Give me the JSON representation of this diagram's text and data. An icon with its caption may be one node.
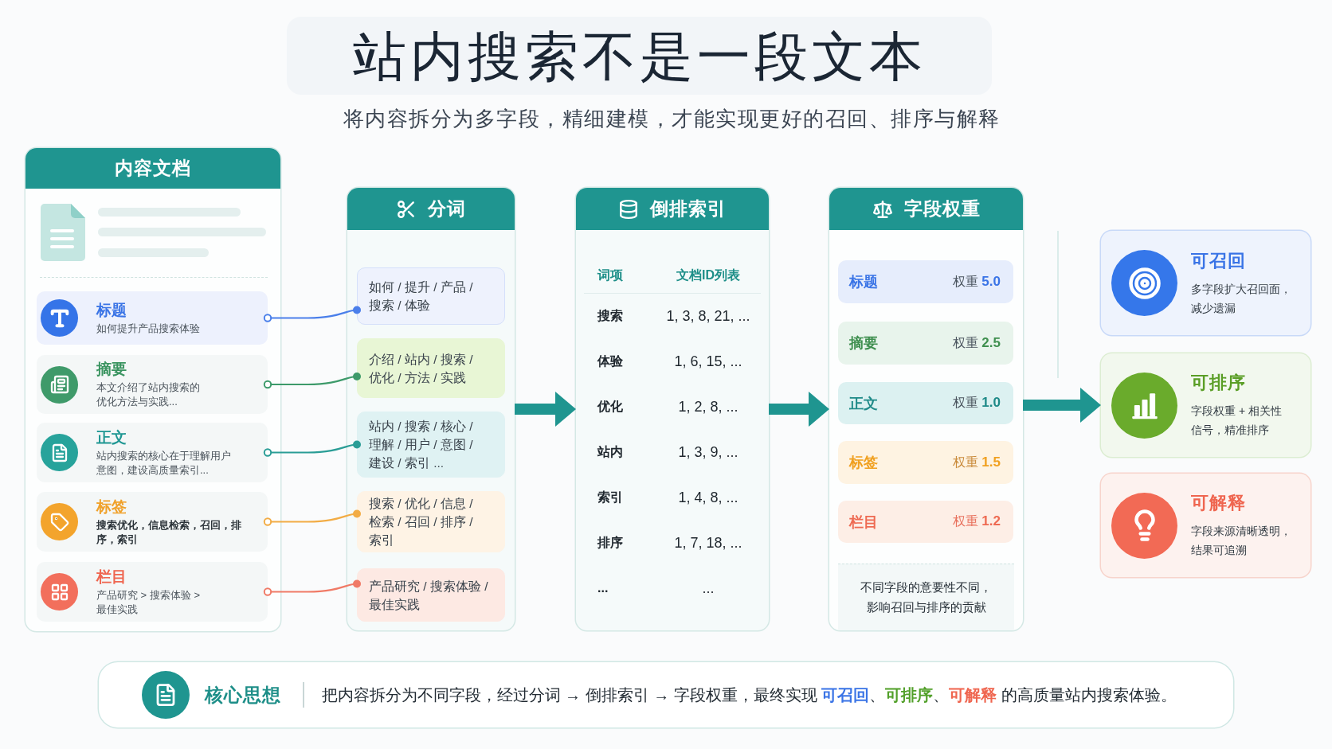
{
  "diagram": {
    "title": "站内搜索不是一段文本",
    "nodes": [
      {
        "text": [
          "内容文档"
        ]
      },
      {
        "text": [
          "标题",
          "如何提升产品搜索体验"
        ],
        "in": 0
      },
      {
        "text": [
          "摘要",
          "本文介绍了站内搜索的优化方法与实践..."
        ],
        "in": 0
      },
      {
        "text": [
          "正文",
          "站内搜索的核心在于理解用户意图，建设高质量索引..."
        ],
        "in": 0
      },
      {
        "text": [
          "标签",
          "搜索优化，信息检索，召回，排序，索引"
        ],
        "in": 0
      },
      {
        "text": [
          "栏目",
          "产品研究 > 搜索体验 > 最佳实践"
        ],
        "in": 0
      },
      {
        "text": [
          "分词"
        ]
      },
      {
        "text": [
          "如何 / 提升 / 产品 / 搜索 / 体验"
        ],
        "in": 6
      },
      {
        "text": [
          "介绍 / 站内 / 搜索 / 优化 / 方法 / 实践"
        ],
        "in": 6
      },
      {
        "text": [
          "站内 / 搜索 / 核心 / 理解 / 用户 / 意图 / 建设 / 索引 ..."
        ],
        "in": 6
      },
      {
        "text": [
          "搜索 / 优化 / 信息 / 检索 / 召回 / 排序 / 索引"
        ],
        "in": 6
      },
      {
        "text": [
          "产品研究 / 搜索体验 / 最佳实践"
        ],
        "in": 6
      },
      {
        "text": [
          "倒排索引",
          "词项",
          "文档ID列表",
          "搜索",
          "1, 3, 8, 21, ...",
          "体验",
          "1, 6, 15, ...",
          "优化",
          "1, 2, 8, ...",
          "站内",
          "1, 3, 9, ...",
          "索引",
          "1, 4, 8, ...",
          "排序",
          "1, 7, 18, ...",
          "...",
          "..."
        ]
      },
      {
        "text": [
          "字段权重",
          "不同字段的意要性不同，影响召回与排序的贡献"
        ]
      },
      {
        "text": [
          "标题",
          "权重 **5.0**"
        ],
        "in": 13
      },
      {
        "text": [
          "摘要",
          "权重 **2.5**"
        ],
        "in": 13
      },
      {
        "text": [
          "正文",
          "权重 **1.0**"
        ],
        "in": 13
      },
      {
        "text": [
          "标签",
          "权重 **1.5**"
        ],
        "in": 13
      },
      {
        "text": [
          "栏目",
          "权重 **1.2**"
        ],
        "in": 13
      },
      {
        "text": [
          "可召回",
          "多字段扩大召回面，减少遗漏"
        ]
      },
      {
        "text": [
          "可排序",
          "字段权重 + 相关性信号，精准排序"
        ]
      },
      {
        "text": [
          "可解释",
          "字段来源清晰透明，结果可追溯"
        ]
      },
      {
        "text": [
          "核心思想",
          "把内容拆分为不同字段，经过分词 → 倒排索引 → 字段权重，最终实现 **可召回**、**可排序**、**可解释** 的高质量站内搜索体验。"
        ]
      }
    ],
    "edges": [
      {
        "from": 1,
        "to": 7,
        "arrow": "other",
        "color": "#4a7fea"
      },
      {
        "from": 2,
        "to": 8,
        "arrow": "other",
        "color": "#3d9a6a"
      },
      {
        "from": 3,
        "to": 9,
        "arrow": "other",
        "color": "#2a9d96"
      },
      {
        "from": 4,
        "to": 10,
        "arrow": "other",
        "color": "#f2ac45"
      },
      {
        "from": 5,
        "to": 11,
        "arrow": "other",
        "color": "#f07a66"
      },
      {
        "from": 6,
        "to": 12,
        "arrow": "to",
        "style": "thick"
      },
      {
        "from": 12,
        "to": 13,
        "arrow": "to",
        "style": "thick"
      },
      {
        "from": 13,
        "to": 20,
        "arrow": "to",
        "style": "thick"
      }
    ],
    "labels": [
      "将内容拆分为多字段，精细建模，才能实现更好的召回、排序与解释"
    ]
  }
}
